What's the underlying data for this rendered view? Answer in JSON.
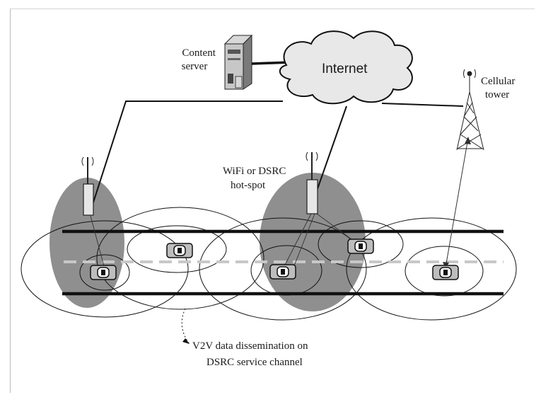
{
  "labels": {
    "content_server": [
      "Content",
      "server"
    ],
    "internet": "Internet",
    "cellular_tower": [
      "Cellular",
      "tower"
    ],
    "hotspot": [
      "WiFi or DSRC",
      "hot-spot"
    ],
    "v2v": [
      "V2V data dissemination on",
      "DSRC service channel"
    ]
  },
  "colors": {
    "line": "#111111",
    "coverage": "#8f8f8f",
    "lane_divider": "#c8c8c8",
    "car_body": "#bdbdbd"
  }
}
